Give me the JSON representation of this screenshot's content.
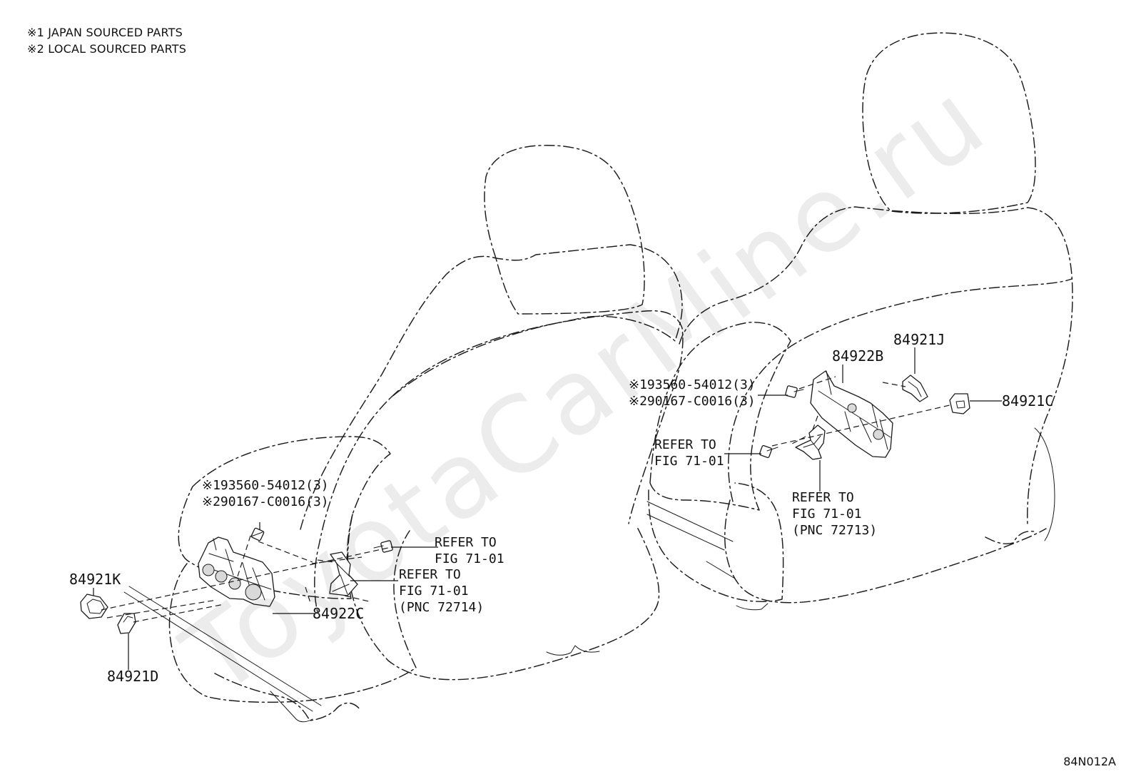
{
  "legend": {
    "line1": "※1 JAPAN SOURCED PARTS",
    "line2": "※2 LOCAL SOURCED PARTS"
  },
  "left_group": {
    "part_84921k": "84921K",
    "part_84921d": "84921D",
    "part_84922c": "84922C",
    "fastener_line1": "※193560-54012(3)",
    "fastener_line2": "※290167-C0016(3)",
    "refer_screw_line1": "REFER TO",
    "refer_screw_line2": "FIG 71-01",
    "refer_bracket_line1": "REFER TO",
    "refer_bracket_line2": "FIG 71-01",
    "refer_bracket_line3": "(PNC 72714)"
  },
  "right_group": {
    "part_84921j": "84921J",
    "part_84922b": "84922B",
    "part_84921c": "84921C",
    "fastener_line1": "※193560-54012(3)",
    "fastener_line2": "※290167-C0016(3)",
    "refer_screw_line1": "REFER TO",
    "refer_screw_line2": "FIG 71-01",
    "refer_bracket_line1": "REFER TO",
    "refer_bracket_line2": "FIG 71-01",
    "refer_bracket_line3": "(PNC 72713)"
  },
  "diagram_code": "84N012A",
  "watermark": "ToyotaCarMine.ru"
}
